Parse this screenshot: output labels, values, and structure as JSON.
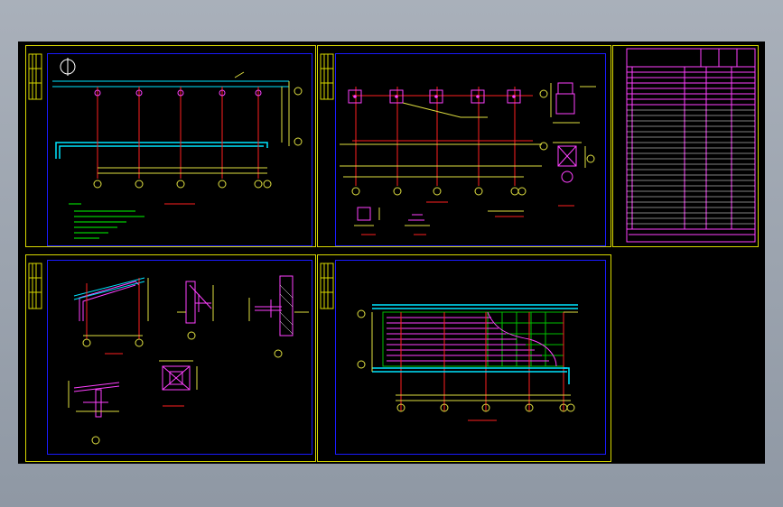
{
  "colors": {
    "background": "#000000",
    "sheet_border": "#d8d800",
    "viewport_border": "#1a1aff",
    "axis_line": "#ff2020",
    "beam": "#00e5ff",
    "member": "#ff40ff",
    "dimension": "#e0e040",
    "text": "#ffff00",
    "note": "#00ff00"
  },
  "axis_labels_horizontal": [
    "⑥",
    "⑦",
    "⑧",
    "⑨",
    "⑩",
    "⑪"
  ],
  "axis_labels_vertical": [
    "Ⓐ",
    "Ⓑ"
  ],
  "table_header": "▮▮▮▮▮▮▮▮",
  "detail_marks": [
    "①",
    "②",
    "③"
  ]
}
